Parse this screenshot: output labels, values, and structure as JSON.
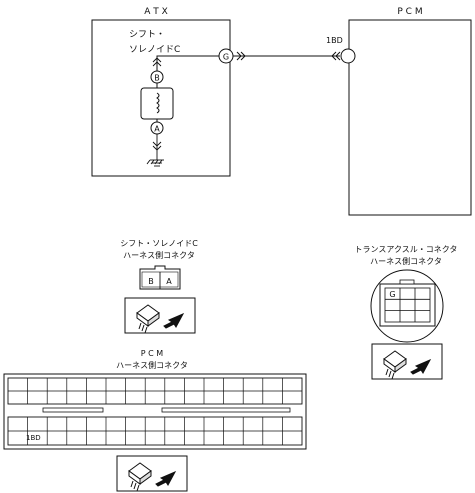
{
  "atx": {
    "title": "A T X",
    "solenoid_line1": "シフト・",
    "solenoid_line2": "ソレノイドC"
  },
  "pcm": {
    "title": "P C M",
    "pin_label": "1BD"
  },
  "terminals": {
    "B": "B",
    "A": "A",
    "G": "G"
  },
  "solenoid_connector": {
    "title_line1": "シフト・ソレノイドC",
    "title_line2": "ハーネス側コネクタ",
    "cells": [
      "B",
      "A"
    ]
  },
  "transaxle_connector": {
    "title_line1": "トランスアクスル・コネクタ",
    "title_line2": "ハーネス側コネクタ",
    "cell_label": "G"
  },
  "pcm_connector": {
    "title_line1": "P C M",
    "title_line2": "ハーネス側コネクタ",
    "cell_label": "1BD"
  }
}
